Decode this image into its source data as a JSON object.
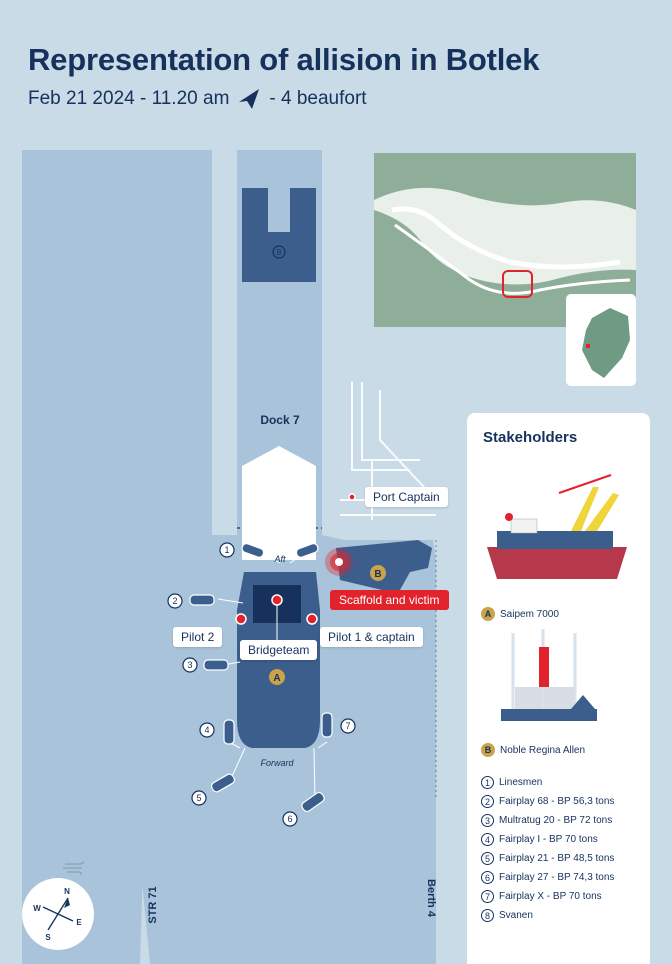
{
  "title": "Representation of allision in Botlek",
  "subtitle": {
    "date_time": "Feb 21 2024 - 11.20 am",
    "wind": "- 4 beaufort"
  },
  "map": {
    "dock_label": "Dock 7",
    "aft_label": "Aft",
    "forward_label": "Forward",
    "str_label": "STR 71",
    "berth_label": "Berth 4",
    "ship_a": "A",
    "ship_b": "B",
    "berth_marker": "8",
    "labels": {
      "port_captain": "Port Captain",
      "scaffold": "Scaffold and victim",
      "pilot2": "Pilot 2",
      "bridgeteam": "Bridgeteam",
      "pilot1": "Pilot 1 & captain"
    },
    "tugs": [
      "1",
      "2",
      "3",
      "4",
      "5",
      "6",
      "7"
    ],
    "compass": {
      "n": "N",
      "e": "E",
      "s": "S",
      "w": "W"
    }
  },
  "stakeholders": {
    "title": "Stakeholders",
    "vessels": [
      {
        "marker": "A",
        "name": "Saipem 7000"
      },
      {
        "marker": "B",
        "name": "Noble Regina Allen"
      }
    ],
    "list": [
      {
        "n": "1",
        "text": "Linesmen"
      },
      {
        "n": "2",
        "text": "Fairplay 68 - BP 56,3 tons"
      },
      {
        "n": "3",
        "text": "Multratug 20 - BP 72 tons"
      },
      {
        "n": "4",
        "text": "Fairplay I - BP 70 tons"
      },
      {
        "n": "5",
        "text": "Fairplay 21 - BP 48,5 tons"
      },
      {
        "n": "6",
        "text": "Fairplay 27 - BP 74,3 tons"
      },
      {
        "n": "7",
        "text": "Fairplay X - BP 70 tons"
      },
      {
        "n": "8",
        "text": "Svanen"
      }
    ]
  },
  "colors": {
    "navy": "#16325c",
    "water": "#a9c4da",
    "land": "#c9dbe7",
    "ship": "#3c5e8c",
    "accent_red": "#e3232b",
    "gold": "#caa34a"
  }
}
